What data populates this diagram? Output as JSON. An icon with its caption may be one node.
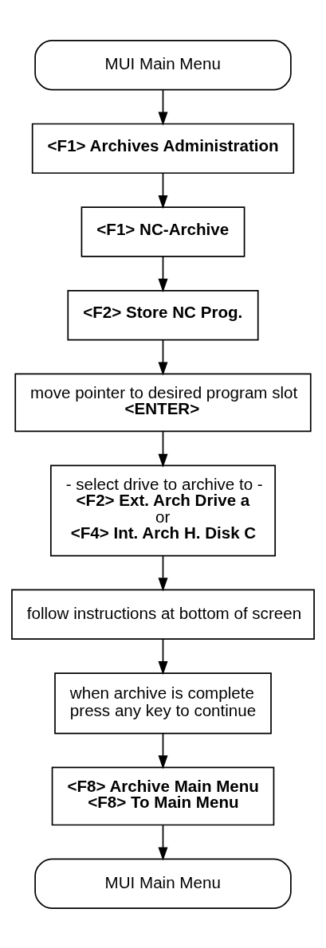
{
  "diagram": {
    "nodes": [
      {
        "text": [
          "MUI Main Menu"
        ]
      },
      {
        "text": [
          "<F1> Archives Administration"
        ]
      },
      {
        "text": [
          "<F1> NC-Archive"
        ]
      },
      {
        "text": [
          "<F2> Store NC Prog."
        ]
      },
      {
        "text": [
          "move pointer to desired program slot",
          "<ENTER>"
        ]
      },
      {
        "text": [
          "- select drive to archive to -",
          "<F2> Ext. Arch Drive a",
          "or",
          "<F4> Int. Arch H. Disk C"
        ]
      },
      {
        "text": [
          "follow instructions at bottom of screen"
        ]
      },
      {
        "text": [
          "when archive is complete",
          "press any key to continue"
        ]
      },
      {
        "text": [
          "<F8> Archive Main Menu",
          "<F8> To Main Menu"
        ]
      },
      {
        "text": [
          "MUI Main Menu"
        ]
      }
    ],
    "edges": [
      {
        "from": 0,
        "to": 1,
        "arrow": "to"
      },
      {
        "from": 1,
        "to": 2,
        "arrow": "to"
      },
      {
        "from": 2,
        "to": 3,
        "arrow": "to"
      },
      {
        "from": 3,
        "to": 4,
        "arrow": "to"
      },
      {
        "from": 4,
        "to": 5,
        "arrow": "to"
      },
      {
        "from": 5,
        "to": 6,
        "arrow": "to"
      },
      {
        "from": 6,
        "to": 7,
        "arrow": "to"
      },
      {
        "from": 7,
        "to": 8,
        "arrow": "to"
      },
      {
        "from": 8,
        "to": 9,
        "arrow": "to"
      }
    ]
  }
}
